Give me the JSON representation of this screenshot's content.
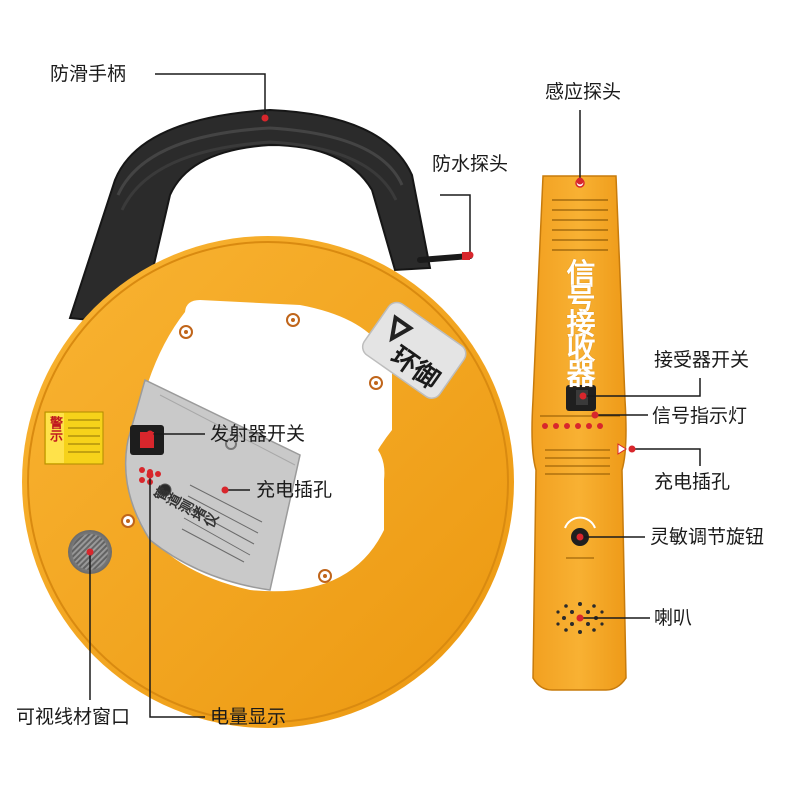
{
  "callouts": {
    "handle": "防滑手柄",
    "waterproof_probe": "防水探头",
    "sensor_probe": "感应探头",
    "receiver_switch": "接受器开关",
    "signal_light": "信号指示灯",
    "charge_port_receiver": "充电插孔",
    "sensitivity_knob": "灵敏调节旋钮",
    "speaker": "喇叭",
    "transmitter_switch": "发射器开关",
    "charge_port_transmitter": "充电插孔",
    "cable_window": "可视线材窗口",
    "battery_display": "电量显示"
  },
  "reel": {
    "brand_text": "环御",
    "warning_title": "警示",
    "panel_vertical_text": "管道测堵仪"
  },
  "receiver": {
    "title_chars": [
      "信",
      "号",
      "接",
      "收",
      "器"
    ]
  },
  "colors": {
    "body_orange": "#f5a51c",
    "handle_black": "#2b2b2b",
    "callout_red": "#d8262c",
    "panel_gray": "#c9c9c9"
  }
}
